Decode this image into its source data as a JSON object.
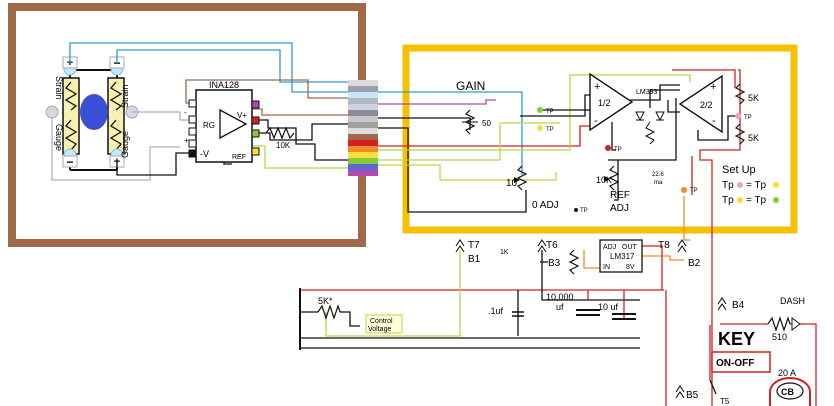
{
  "colors": {
    "frame_brown": "#a0694a",
    "frame_yellow": "#f5c000",
    "wire_red": "#d42020",
    "wire_blue": "#2d9ad6",
    "wire_yellowgreen": "#b8d84a",
    "wire_dark": "#111111",
    "tp_pink": "#f0a0c8",
    "tp_yellow": "#f4e23a",
    "tp_green": "#8ac83c",
    "tp_orange": "#f08a30",
    "strain_center": "#3a4ed6",
    "key_red": "#e01010"
  },
  "sensor": {
    "left_gauge_label_top": "Strain",
    "left_gauge_label_bottom": "Gauge",
    "right_gauge_label_top": "Strain",
    "right_gauge_label_bottom": "Gauge",
    "plus_symbol": "+",
    "minus_symbol": "−"
  },
  "amp": {
    "chip": "INA128",
    "rg": "RG",
    "vplus": "V+",
    "vminus": "-V",
    "ref": "REF",
    "plus": "+",
    "minus": "-",
    "r10k": "10K"
  },
  "comparator": {
    "gain": "GAIN",
    "pot50": "50",
    "pot10": "10",
    "zero_adj": "0 ADJ",
    "tp": "TP",
    "half1": "1/2",
    "half2": "2/2",
    "lm393": "LM393",
    "r5k_top": "5K",
    "r5k_bot": "5K",
    "ref10k": "10K",
    "ref": "REF",
    "adj": "ADJ",
    "ma_val": "22.6",
    "ma_unit": "ma",
    "plus": "+",
    "minus": "-",
    "setup": "Set Up",
    "setup_tp": "Tp",
    "setup_eq": "= Tp"
  },
  "bottom": {
    "t7": "T7",
    "b1": "B1",
    "t6": "T6",
    "b3": "B3",
    "t8": "T8",
    "b2": "B2",
    "b4": "B4",
    "b5": "B5",
    "one_k": "1K",
    "reg_chip": "LM317",
    "reg_adj": "ADJ",
    "reg_out": "OUT",
    "reg_in": "IN",
    "reg_v": "8V",
    "r5k": "5K*",
    "control_voltage_1": "Control",
    "control_voltage_2": "Voltage",
    "cap1": ".1uf",
    "cap2_1": "10,000",
    "cap2_2": "uf",
    "cap3": "10 uf",
    "dash": "DASH",
    "r510": "510",
    "key": "KEY",
    "onoff": "ON-OFF",
    "amps": "20 A",
    "cb": "CB",
    "t5": "T5"
  }
}
